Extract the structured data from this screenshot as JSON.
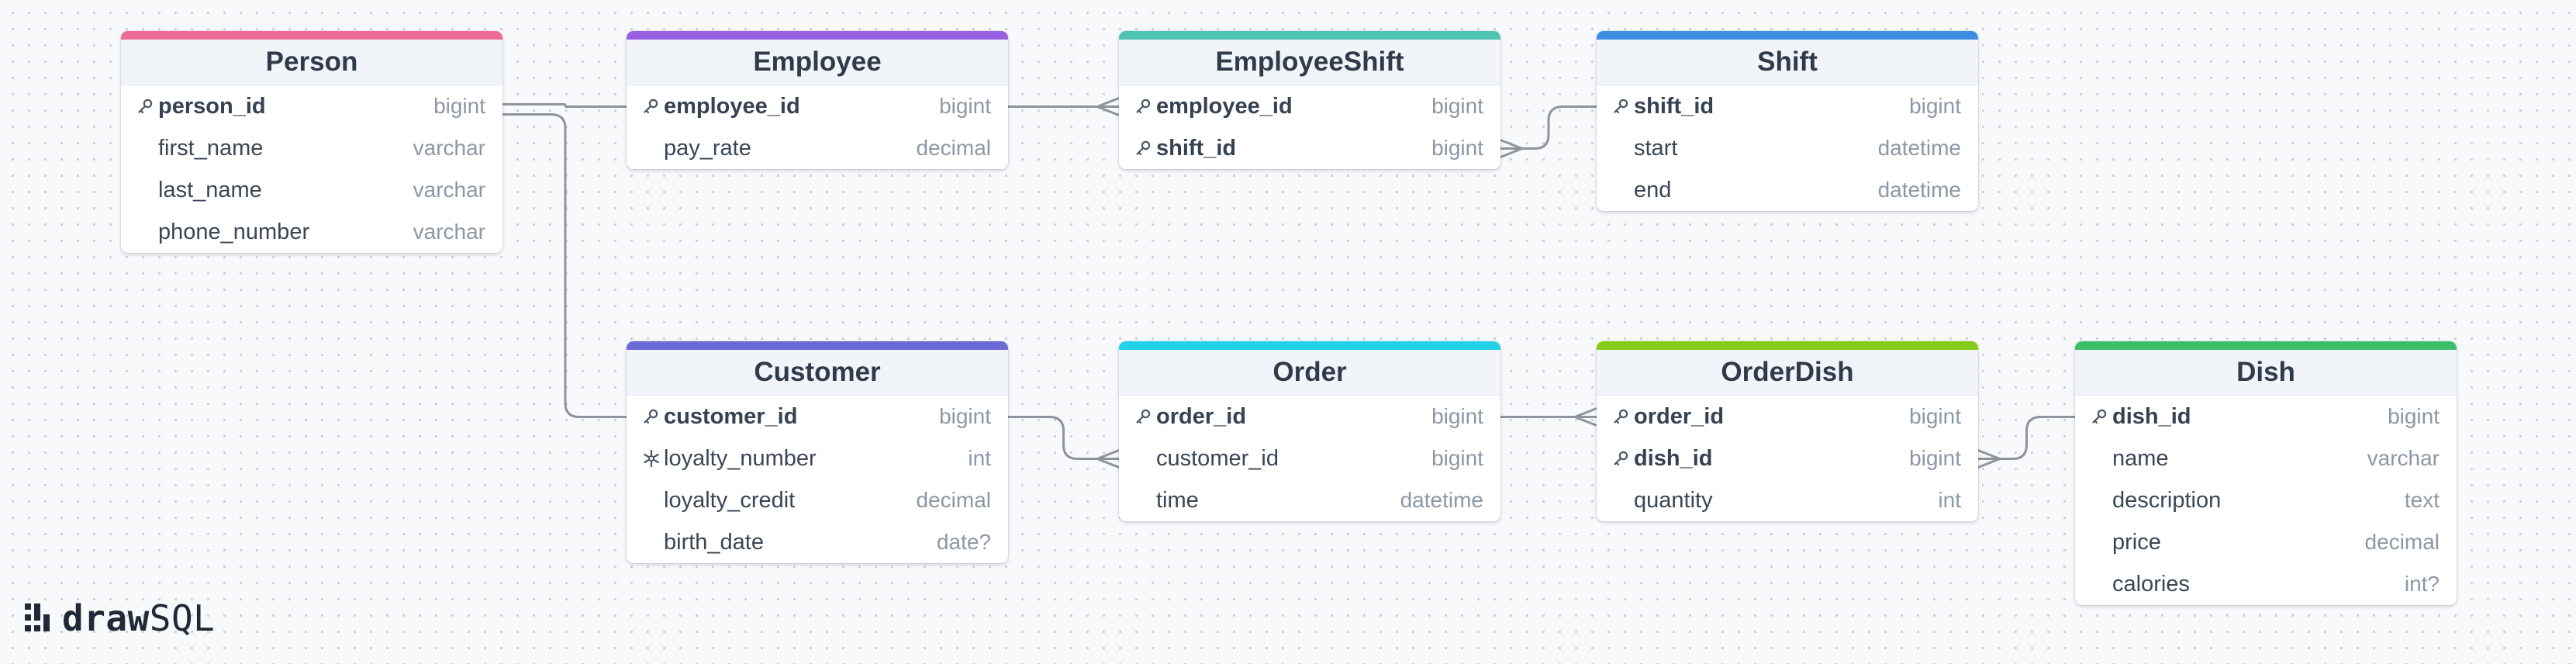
{
  "brand": {
    "bold": "draw",
    "plain": "SQL"
  },
  "tables": [
    {
      "id": "person",
      "name": "Person",
      "color": "#ec6a96",
      "columns": [
        {
          "name": "person_id",
          "type": "bigint",
          "pk": true
        },
        {
          "name": "first_name",
          "type": "varchar"
        },
        {
          "name": "last_name",
          "type": "varchar"
        },
        {
          "name": "phone_number",
          "type": "varchar"
        }
      ]
    },
    {
      "id": "employee",
      "name": "Employee",
      "color": "#9760e0",
      "columns": [
        {
          "name": "employee_id",
          "type": "bigint",
          "pk": true
        },
        {
          "name": "pay_rate",
          "type": "decimal"
        }
      ]
    },
    {
      "id": "employeeshift",
      "name": "EmployeeShift",
      "color": "#4dc4b3",
      "columns": [
        {
          "name": "employee_id",
          "type": "bigint",
          "pk": true
        },
        {
          "name": "shift_id",
          "type": "bigint",
          "pk": true
        }
      ]
    },
    {
      "id": "shift",
      "name": "Shift",
      "color": "#3b8ee0",
      "columns": [
        {
          "name": "shift_id",
          "type": "bigint",
          "pk": true
        },
        {
          "name": "start",
          "type": "datetime"
        },
        {
          "name": "end",
          "type": "datetime"
        }
      ]
    },
    {
      "id": "customer",
      "name": "Customer",
      "color": "#6b69d6",
      "columns": [
        {
          "name": "customer_id",
          "type": "bigint",
          "pk": true
        },
        {
          "name": "loyalty_number",
          "type": "int",
          "unique": true
        },
        {
          "name": "loyalty_credit",
          "type": "decimal"
        },
        {
          "name": "birth_date",
          "type": "date?"
        }
      ]
    },
    {
      "id": "order",
      "name": "Order",
      "color": "#22d3e8",
      "columns": [
        {
          "name": "order_id",
          "type": "bigint",
          "pk": true
        },
        {
          "name": "customer_id",
          "type": "bigint"
        },
        {
          "name": "time",
          "type": "datetime"
        }
      ]
    },
    {
      "id": "orderdish",
      "name": "OrderDish",
      "color": "#84cc16",
      "columns": [
        {
          "name": "order_id",
          "type": "bigint",
          "pk": true
        },
        {
          "name": "dish_id",
          "type": "bigint",
          "pk": true
        },
        {
          "name": "quantity",
          "type": "int"
        }
      ]
    },
    {
      "id": "dish",
      "name": "Dish",
      "color": "#3dbf6a",
      "columns": [
        {
          "name": "dish_id",
          "type": "bigint",
          "pk": true
        },
        {
          "name": "name",
          "type": "varchar"
        },
        {
          "name": "description",
          "type": "text"
        },
        {
          "name": "price",
          "type": "decimal"
        },
        {
          "name": "calories",
          "type": "int?"
        }
      ]
    }
  ],
  "relations": [
    {
      "from": "person.person_id",
      "to": "employee.employee_id",
      "cardinality": "one-to-one"
    },
    {
      "from": "person.person_id",
      "to": "customer.customer_id",
      "cardinality": "one-to-one"
    },
    {
      "from": "employee.employee_id",
      "to": "employeeshift.employee_id",
      "cardinality": "one-to-many"
    },
    {
      "from": "shift.shift_id",
      "to": "employeeshift.shift_id",
      "cardinality": "one-to-many"
    },
    {
      "from": "customer.customer_id",
      "to": "order.customer_id",
      "cardinality": "one-to-many"
    },
    {
      "from": "order.order_id",
      "to": "orderdish.order_id",
      "cardinality": "one-to-many"
    },
    {
      "from": "dish.dish_id",
      "to": "orderdish.dish_id",
      "cardinality": "one-to-many"
    }
  ]
}
